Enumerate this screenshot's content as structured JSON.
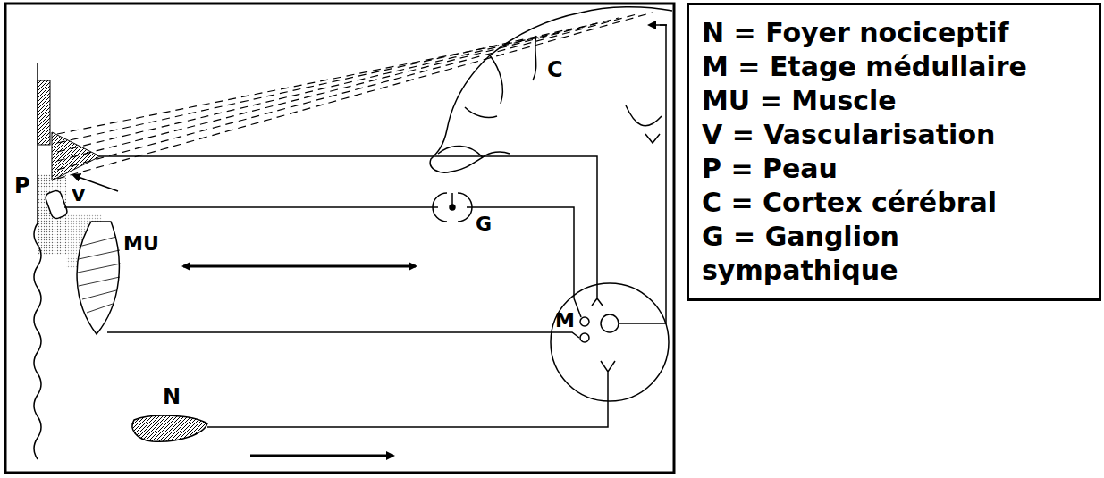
{
  "diagram": {
    "nodes": [
      {
        "text": [
          "N = Foyer nociceptif",
          "M = Etage médullaire",
          "MU = Muscle",
          "V = Vascularisation",
          "P = Peau",
          "C = Cortex cérébral",
          "G = Ganglion sympathique"
        ]
      }
    ],
    "labels": [
      "N",
      "M",
      "MU",
      "V",
      "P",
      "C",
      "G"
    ]
  }
}
